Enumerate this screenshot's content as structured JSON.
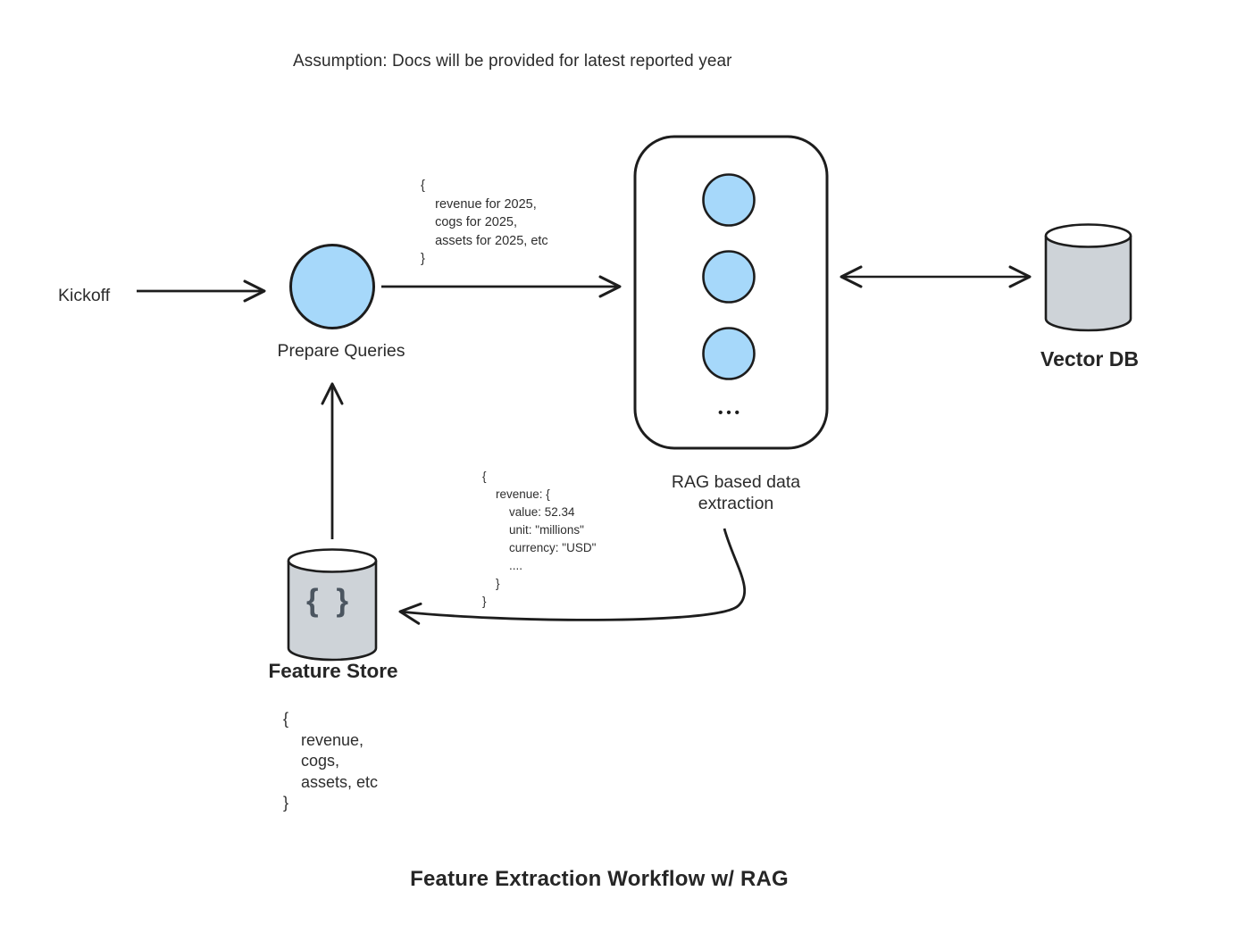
{
  "diagram": {
    "assumption": "Assumption: Docs will be provided for latest reported year",
    "title": "Feature Extraction Workflow w/ RAG",
    "nodes": {
      "kickoff": {
        "label": "Kickoff"
      },
      "prepare_queries": {
        "label": "Prepare Queries"
      },
      "rag_extraction": {
        "label": "RAG based data\nextraction",
        "ellipsis": "•••"
      },
      "vector_db": {
        "label": "Vector DB"
      },
      "feature_store": {
        "label": "Feature Store",
        "glyph": "{ }"
      }
    },
    "annotations": {
      "query_payload": "{\n    revenue for 2025,\n    cogs for 2025,\n    assets for 2025, etc\n}",
      "extraction_payload": "{\n    revenue: {\n        value: 52.34\n        unit: \"millions\"\n        currency: \"USD\"\n        ....\n    }\n}",
      "feature_list": "{\n    revenue,\n    cogs,\n    assets, etc\n}"
    },
    "colors": {
      "node_fill_blue": "#a6d8fa",
      "db_fill_gray": "#ced3d8",
      "stroke": "#1d1d1d",
      "text": "#2b2b2b",
      "glyph_gray": "#4b5560"
    }
  }
}
